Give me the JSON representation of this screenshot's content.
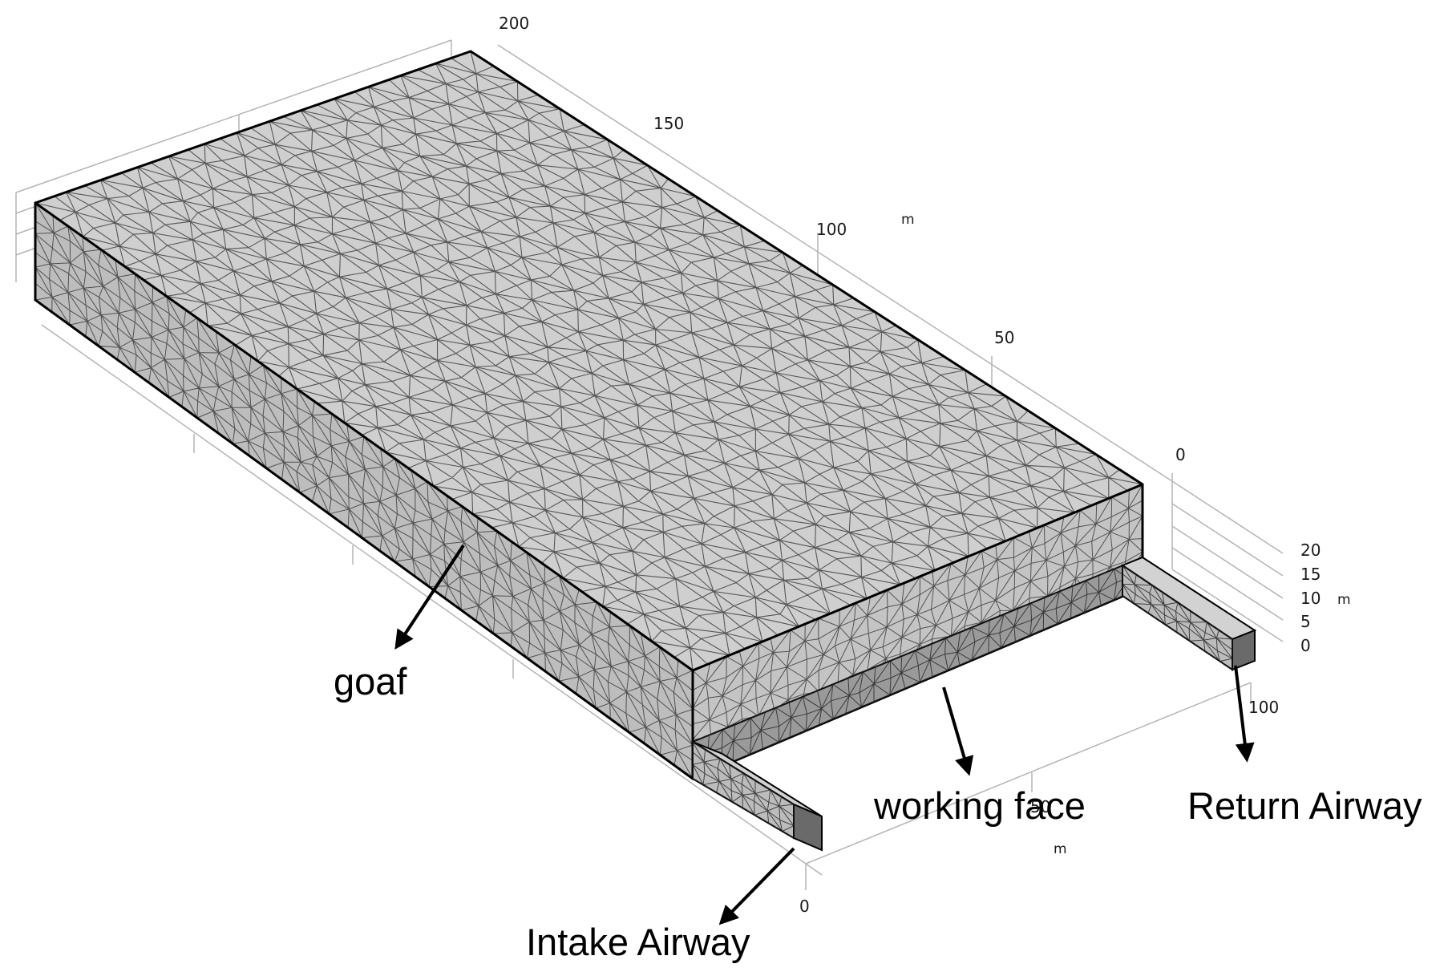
{
  "scale_y": {
    "ticks": [
      "200",
      "150",
      "100",
      "50",
      "0"
    ],
    "unit": "m"
  },
  "scale_z": {
    "ticks": [
      "20",
      "15",
      "10",
      "5",
      "0"
    ],
    "unit": "m"
  },
  "scale_x": {
    "ticks": [
      "100",
      "50",
      "0"
    ],
    "unit": "m"
  },
  "labels": {
    "goaf": "goaf",
    "working_face": "working face",
    "return_airway": "Return Airway",
    "intake_airway": "Intake Airway"
  },
  "colors": {
    "mesh_fill": "#c8c8c8",
    "mesh_line": "#222222",
    "box_edge": "#000000",
    "axis_line": "#b4b4b4"
  }
}
